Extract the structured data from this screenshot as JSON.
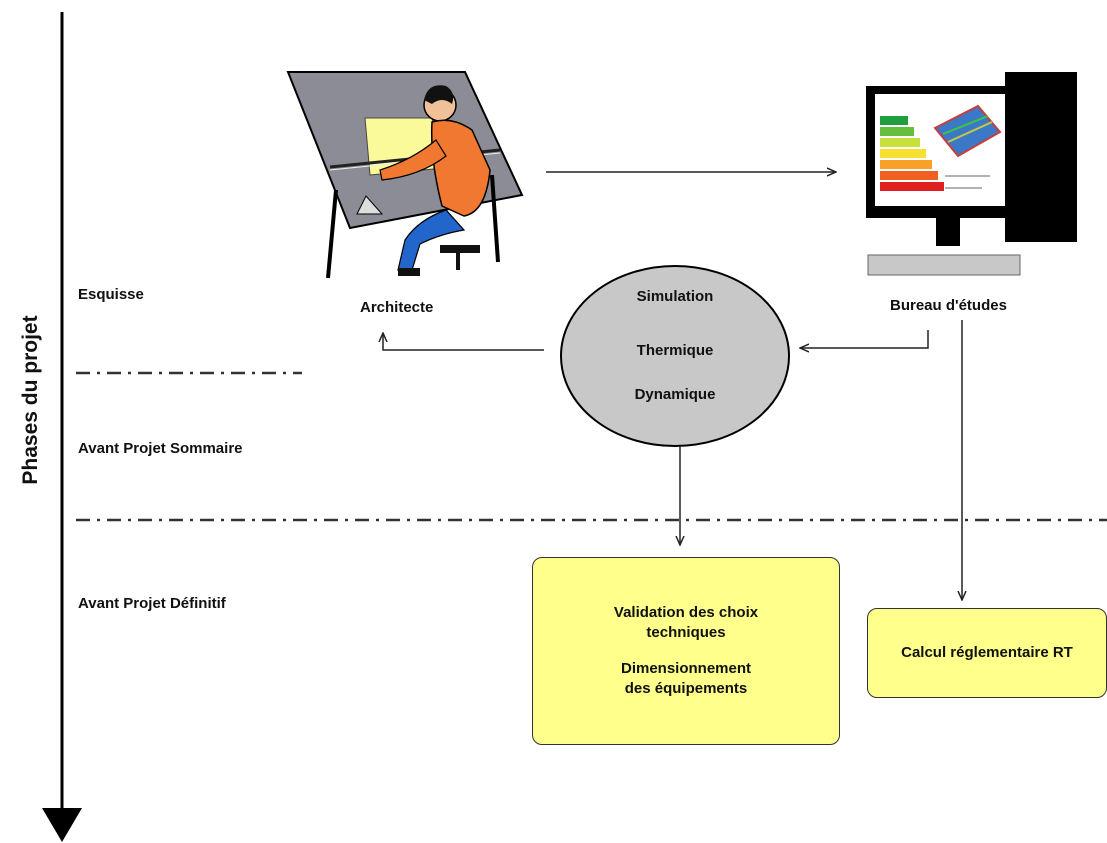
{
  "axis_title": "Phases du projet",
  "phases": [
    "Esquisse",
    "Avant Projet Sommaire",
    "Avant Projet Définitif"
  ],
  "actors": {
    "architect": "Architecte",
    "engineering_office": "Bureau d'études"
  },
  "simulation": {
    "line1": "Simulation",
    "line2": "Thermique",
    "line3": "Dynamique"
  },
  "validation_box": {
    "line1": "Validation des choix",
    "line2": "techniques",
    "line3": "Dimensionnement",
    "line4": "des équipements"
  },
  "rt_box": {
    "label": "Calcul réglementaire RT"
  },
  "colors": {
    "box_fill": "#ffff8c",
    "ellipse_fill": "#c8c8c8",
    "architect_shirt": "#f07830"
  }
}
